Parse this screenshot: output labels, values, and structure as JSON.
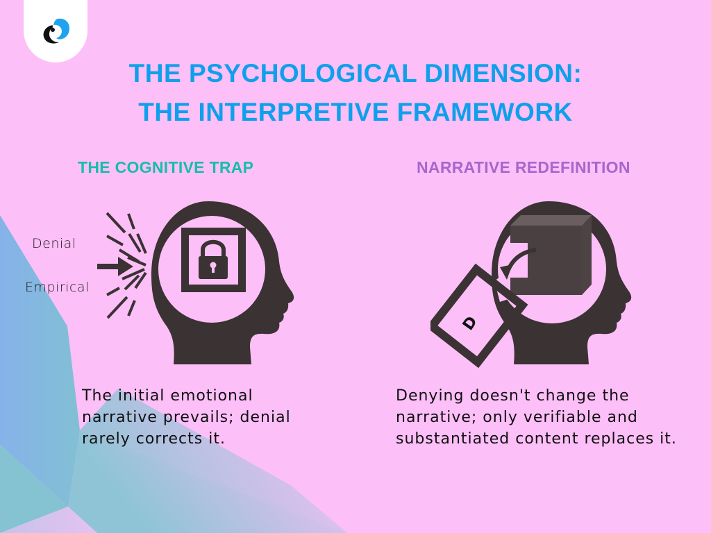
{
  "colors": {
    "background": "#fdbff8",
    "title": "#0ea0ea",
    "heading_left": "#14bfa6",
    "heading_right": "#a866cc",
    "icon_dark": "#3a3233",
    "logo_blue": "#1ea3ef",
    "logo_black": "#111111"
  },
  "logo": {
    "icon": "brand-swirl-logo"
  },
  "title": {
    "line1": "THE PSYCHOLOGICAL DIMENSION:",
    "line2": "THE INTERPRETIVE FRAMEWORK"
  },
  "left_section": {
    "heading": "THE COGNITIVE TRAP",
    "illustration": {
      "icon": "head-with-lock-icon",
      "arrow_label_top": "Denial",
      "arrow_label_bottom": "Empirical"
    },
    "body": "The initial emotional narrative prevails; denial rarely corrects it."
  },
  "right_section": {
    "heading": "NARRATIVE REDEFINITION",
    "illustration": {
      "icon": "head-with-block-replacement-icon",
      "tile_glyph": "D"
    },
    "body": "Denying doesn't change the narrative; only verifiable and substantiated content replaces it."
  }
}
